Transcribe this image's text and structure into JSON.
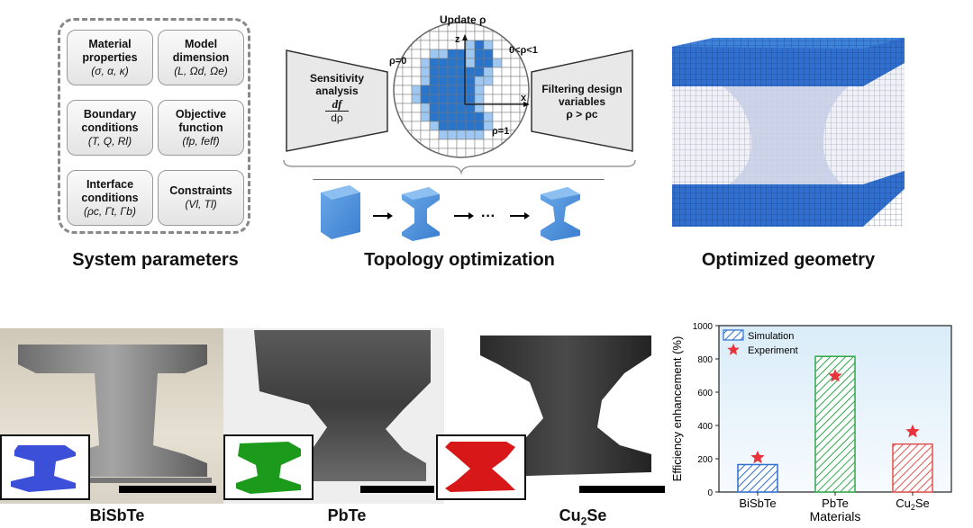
{
  "system": {
    "caption": "System parameters",
    "items": [
      {
        "title": "Material properties",
        "symbols": "(σ, α, κ)"
      },
      {
        "title": "Model dimension",
        "symbols": "(L, Ωd, Ωe)"
      },
      {
        "title": "Boundary conditions",
        "symbols": "(T, Q, Rl)"
      },
      {
        "title": "Objective function",
        "symbols": "(fp, feff)"
      },
      {
        "title": "Interface conditions",
        "symbols": "(ρc, Γt, Γb)"
      },
      {
        "title": "Constraints",
        "symbols": "(Vl, Tl)"
      }
    ]
  },
  "topology": {
    "caption": "Topology optimization",
    "update_label": "Update ρ",
    "sensitivity": {
      "line1": "Sensitivity",
      "line2": "analysis",
      "num": "df",
      "den": "dρ"
    },
    "filtering": {
      "line1": "Filtering design",
      "line2": "variables",
      "line3": "ρ > ρc"
    },
    "rho0": "ρ=0",
    "rho_range": "0<ρ<1",
    "rho1": "ρ=1",
    "axis_x": "x",
    "axis_z": "z",
    "ellipsis": "···"
  },
  "geometry": {
    "caption": "Optimized geometry"
  },
  "materials": [
    {
      "name": "BiSbTe",
      "inset_color": "#3b4fd8"
    },
    {
      "name": "PbTe",
      "inset_color": "#1c9a1c"
    },
    {
      "name": "Cu2Se",
      "inset_color": "#d81818"
    }
  ],
  "chart_data": {
    "type": "bar",
    "categories": [
      "BiSbTe",
      "PbTe",
      "Cu2Se"
    ],
    "series": [
      {
        "name": "Simulation",
        "values": [
          165,
          815,
          288
        ]
      },
      {
        "name": "Experiment",
        "values": [
          207,
          697,
          363
        ]
      }
    ],
    "bar_colors": [
      "#2e6fd1",
      "#2ea84a",
      "#e0524f"
    ],
    "experiment_color": "#e8333c",
    "xlabel": "Materials",
    "ylabel": "Efficiency enhancement (%)",
    "ylim": [
      0,
      1000
    ],
    "yticks": [
      0,
      200,
      400,
      600,
      800,
      1000
    ],
    "legend_position": "top-left"
  }
}
